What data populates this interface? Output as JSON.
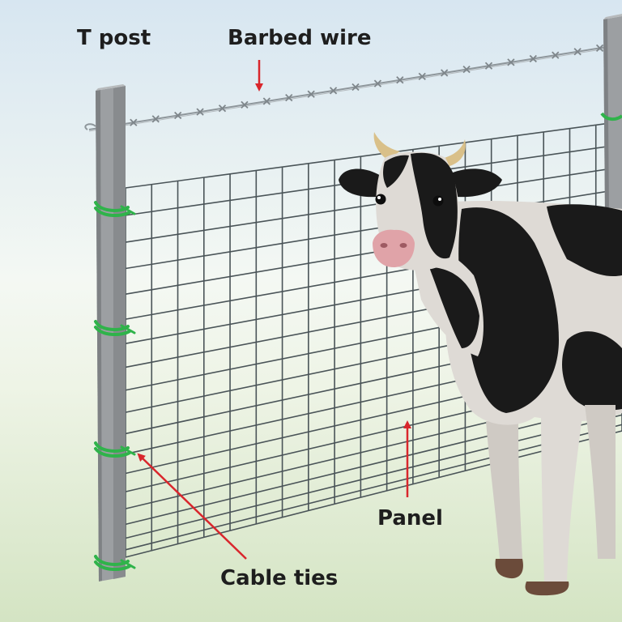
{
  "labels": {
    "t_post": "T post",
    "barbed_wire": "Barbed wire",
    "panel": "Panel",
    "cable_ties": "Cable ties"
  },
  "colors": {
    "sky_top": "#d7e6f1",
    "sky_mid": "#f4f8f3",
    "ground": "#d4e4c3",
    "post": "#9c9fa2",
    "post_shade": "#7e8184",
    "panel_wire": "#4a5458",
    "barbed_wire": "#8e969b",
    "cable_tie": "#2fb34a",
    "arrow": "#d9262c",
    "cow_black": "#1a1a1a",
    "cow_white": "#dedad5",
    "cow_nose": "#e0a3a8",
    "cow_horn": "#d9c089"
  },
  "icons": {
    "t_post": "t-post-icon",
    "barbed_wire": "barbed-wire-icon",
    "panel": "wire-panel-icon",
    "cable_tie": "cable-tie-icon",
    "cow": "cow-icon",
    "arrow": "arrow-icon"
  }
}
